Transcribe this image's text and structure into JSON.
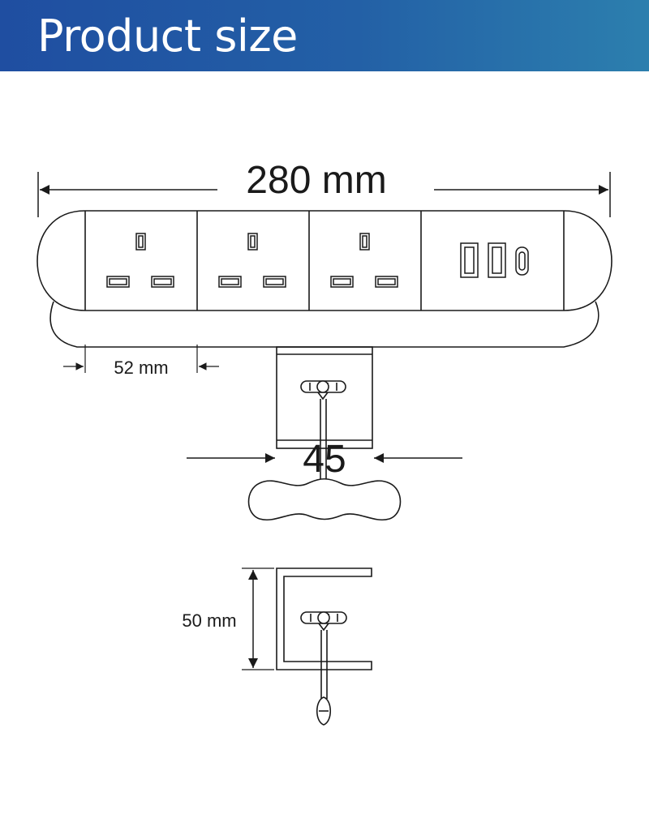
{
  "header": {
    "title": "Product size",
    "color_start": "#1f4ea1",
    "color_end": "#2c7fae"
  },
  "dimensions": {
    "total_length": "280 mm",
    "socket_width": "52 mm",
    "clamp_width": "45",
    "clamp_height": "50 mm"
  },
  "icons": {
    "socket": "uk-socket-icon",
    "usb_a": "usb-a-port-icon",
    "usb_c": "usb-c-port-icon"
  }
}
